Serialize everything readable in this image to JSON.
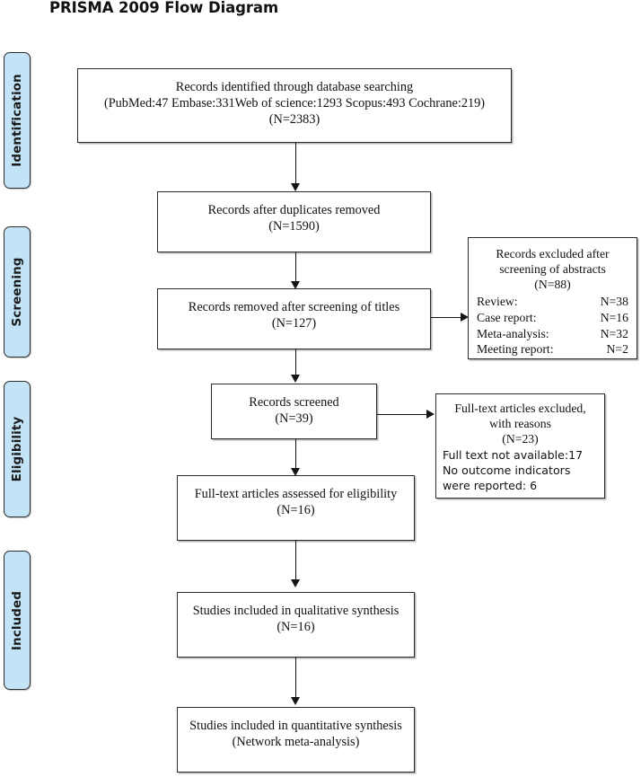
{
  "title": "PRISMA 2009 Flow Diagram",
  "stages": [
    {
      "id": "identification",
      "label": "Identification"
    },
    {
      "id": "screening",
      "label": "Screening"
    },
    {
      "id": "eligibility",
      "label": "Eligibility"
    },
    {
      "id": "included",
      "label": "Included"
    }
  ],
  "boxes": {
    "identified": {
      "line1": "Records identified through database searching",
      "line2": "(PubMed:47 Embase:331Web of science:1293 Scopus:493 Cochrane:219)",
      "line3": "(N=2383)"
    },
    "duplicates_removed": {
      "line1": "Records after duplicates removed",
      "line2": "(N=1590)"
    },
    "titles_removed": {
      "line1": "Records removed after screening of titles",
      "line2": "(N=127)"
    },
    "records_screened": {
      "line1": "Records screened",
      "line2": "(N=39)"
    },
    "fulltext_assessed": {
      "line1": "Full-text articles assessed for eligibility",
      "line2": "(N=16)"
    },
    "qualitative": {
      "line1": "Studies included in qualitative synthesis",
      "line2": "(N=16)"
    },
    "quantitative": {
      "line1": "Studies included in quantitative synthesis",
      "line2": "(Network meta-analysis)"
    }
  },
  "exclusions": {
    "abstracts": {
      "head1": "Records excluded after",
      "head2": "screening of abstracts",
      "head3": "(N=88)",
      "rows": [
        {
          "label": "Review:",
          "value": "N=38"
        },
        {
          "label": "Case report:",
          "value": "N=16"
        },
        {
          "label": "Meta-analysis:",
          "value": "N=32"
        },
        {
          "label": "Meeting report:",
          "value": "N=2"
        }
      ]
    },
    "fulltext": {
      "head1": "Full-text articles excluded,",
      "head2": "with reasons",
      "head3": "(N=23)",
      "reasons": [
        "Full text not available:17",
        "No outcome indicators",
        "were reported: 6"
      ]
    }
  },
  "colors": {
    "stage_fill": "#c3e3f7",
    "stage_border": "#2d2d2d",
    "box_border": "#2b2b2b",
    "connector": "#141414",
    "text": "#111111"
  }
}
